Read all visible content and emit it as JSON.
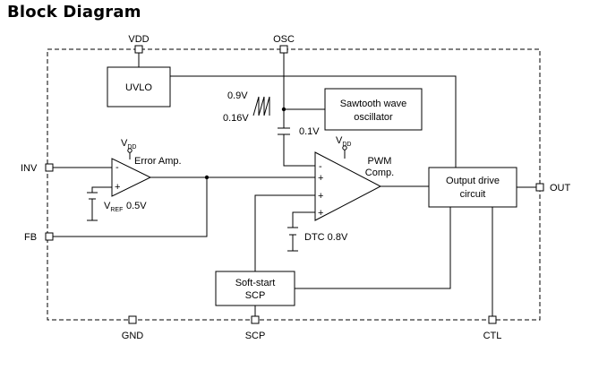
{
  "title": "Block Diagram",
  "pins": {
    "vdd": "VDD",
    "osc": "OSC",
    "inv": "INV",
    "fb": "FB",
    "out": "OUT",
    "gnd": "GND",
    "scp": "SCP",
    "ctl": "CTL"
  },
  "blocks": {
    "uvlo": "UVLO",
    "sawtooth_line1": "Sawtooth wave",
    "sawtooth_line2": "oscillator",
    "output_drive_line1": "Output drive",
    "output_drive_line2": "circuit",
    "soft_start_line1": "Soft-start",
    "soft_start_line2": "SCP"
  },
  "labels": {
    "saw_high": "0.9V",
    "saw_low": "0.16V",
    "ref_0_1v": "0.1V",
    "vdd_v": "V",
    "vdd_sub": "DD",
    "error_amp": "Error Amp.",
    "vref_v": "V",
    "vref_sub": "REF",
    "vref_value": "0.5V",
    "pwm_line1": "PWM",
    "pwm_line2": "Comp.",
    "dtc": "DTC 0.8V",
    "minus": "-",
    "plus": "+"
  },
  "colors": {
    "line": "#000000",
    "background": "#ffffff"
  }
}
